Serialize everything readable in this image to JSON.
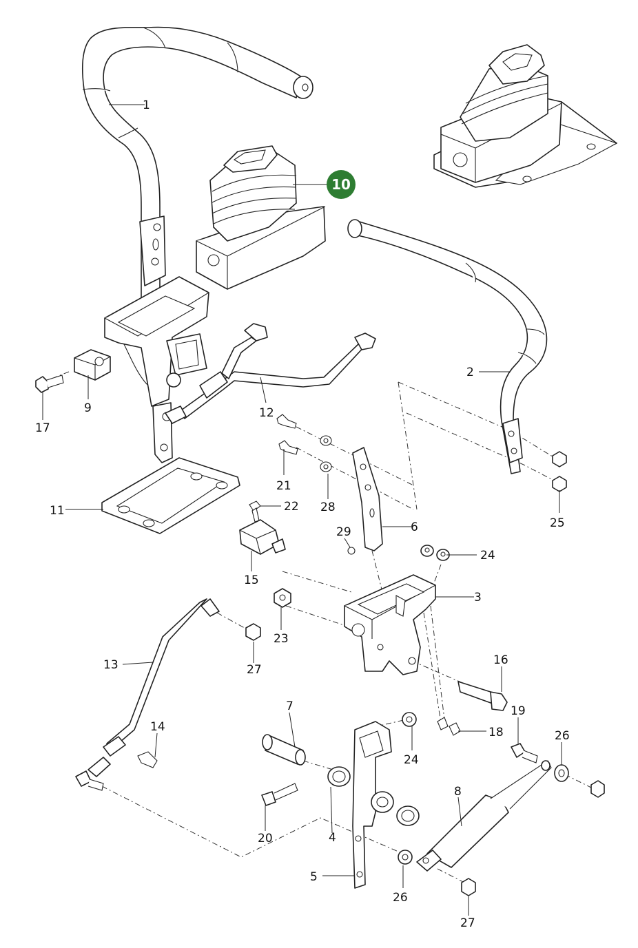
{
  "highlight": {
    "label": "10",
    "color": "#2e7d32"
  },
  "callouts": [
    {
      "id": "1",
      "label": "1"
    },
    {
      "id": "2",
      "label": "2"
    },
    {
      "id": "3",
      "label": "3"
    },
    {
      "id": "4",
      "label": "4"
    },
    {
      "id": "5",
      "label": "5"
    },
    {
      "id": "6",
      "label": "6"
    },
    {
      "id": "7",
      "label": "7"
    },
    {
      "id": "8",
      "label": "8"
    },
    {
      "id": "9",
      "label": "9"
    },
    {
      "id": "11",
      "label": "11"
    },
    {
      "id": "12",
      "label": "12"
    },
    {
      "id": "13",
      "label": "13"
    },
    {
      "id": "14",
      "label": "14"
    },
    {
      "id": "15",
      "label": "15"
    },
    {
      "id": "16",
      "label": "16"
    },
    {
      "id": "17",
      "label": "17"
    },
    {
      "id": "18",
      "label": "18"
    },
    {
      "id": "19",
      "label": "19"
    },
    {
      "id": "20",
      "label": "20"
    },
    {
      "id": "21",
      "label": "21"
    },
    {
      "id": "22",
      "label": "22"
    },
    {
      "id": "23",
      "label": "23"
    },
    {
      "id": "24a",
      "label": "24"
    },
    {
      "id": "24b",
      "label": "24"
    },
    {
      "id": "25",
      "label": "25"
    },
    {
      "id": "26a",
      "label": "26"
    },
    {
      "id": "26b",
      "label": "26"
    },
    {
      "id": "27a",
      "label": "27"
    },
    {
      "id": "27b",
      "label": "27"
    },
    {
      "id": "28",
      "label": "28"
    },
    {
      "id": "29",
      "label": "29"
    }
  ]
}
